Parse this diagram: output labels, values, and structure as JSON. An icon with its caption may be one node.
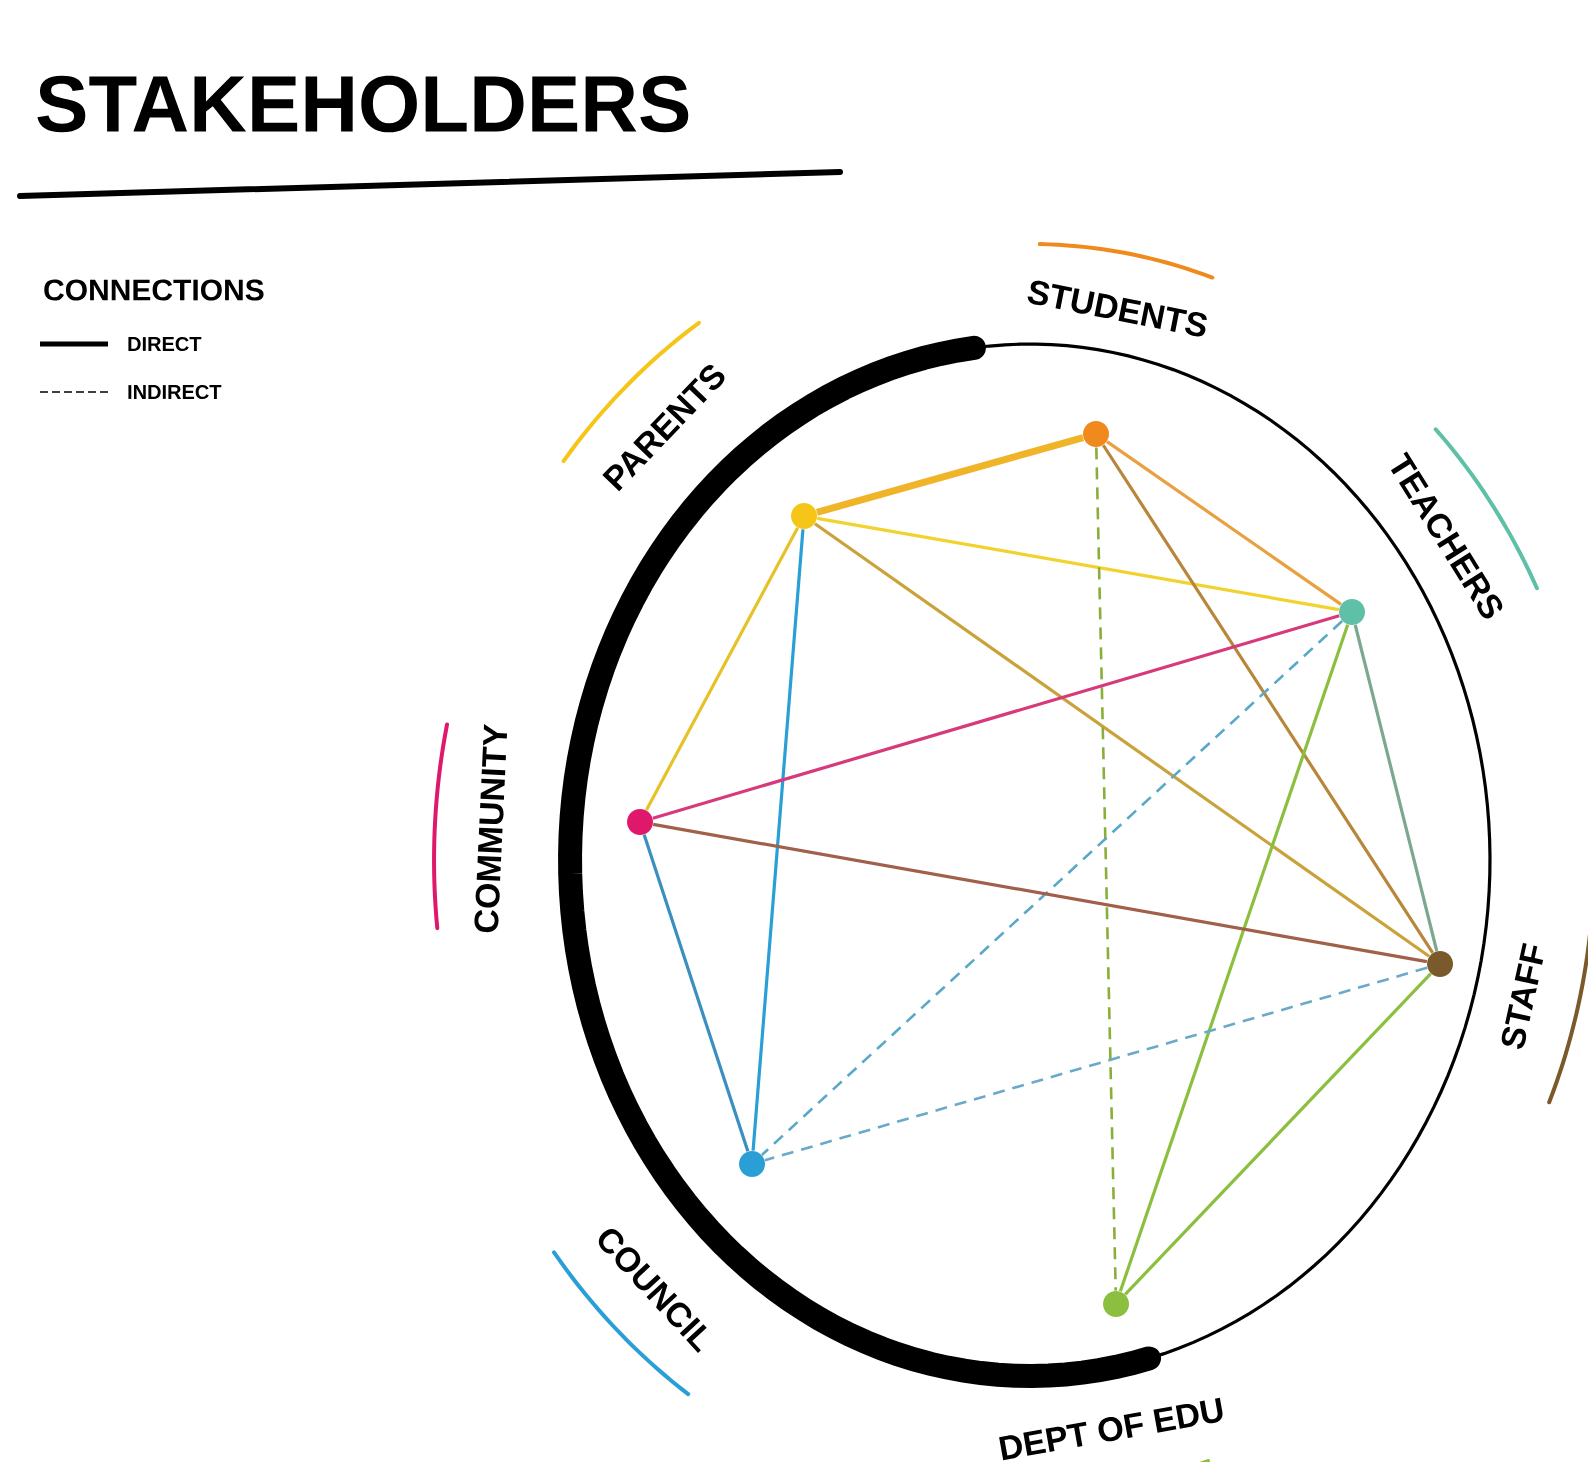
{
  "diagram": {
    "title": "STAKEHOLDERS",
    "nodes": [
      {
        "text": [],
        "shape": "circle",
        "beside": [
          "STUDENTS"
        ]
      },
      {
        "text": [],
        "shape": "circle",
        "beside": [
          "PARENTS"
        ]
      },
      {
        "text": [],
        "shape": "circle",
        "beside": [
          "TEACHERS"
        ]
      },
      {
        "text": [],
        "shape": "circle",
        "beside": [
          "COMMUNITY"
        ]
      },
      {
        "text": [],
        "shape": "circle",
        "beside": [
          "STAFF"
        ]
      },
      {
        "text": [],
        "shape": "circle",
        "beside": [
          "COUNCIL"
        ]
      },
      {
        "text": [],
        "shape": "circle",
        "beside": [
          "DEPT OF EDU"
        ]
      }
    ],
    "edges": [
      {
        "from": 1,
        "to": 0,
        "arrow": "none",
        "style": "thick",
        "color": "#f0b429"
      },
      {
        "from": 1,
        "to": 2,
        "arrow": "none",
        "color": "#f2d22e"
      },
      {
        "from": 1,
        "to": 4,
        "arrow": "none",
        "color": "#c9a23a"
      },
      {
        "from": 1,
        "to": 3,
        "arrow": "none",
        "color": "#e6c229"
      },
      {
        "from": 1,
        "to": 5,
        "arrow": "none",
        "color": "#2a9fd6"
      },
      {
        "from": 0,
        "to": 2,
        "arrow": "none",
        "color": "#e8a040"
      },
      {
        "from": 0,
        "to": 4,
        "arrow": "none",
        "color": "#b8863a"
      },
      {
        "from": 0,
        "to": 6,
        "arrow": "none",
        "style": "dashed",
        "color": "#8aae3a"
      },
      {
        "from": 2,
        "to": 3,
        "arrow": "none",
        "color": "#d63a7a"
      },
      {
        "from": 2,
        "to": 4,
        "arrow": "none",
        "color": "#7aa890"
      },
      {
        "from": 2,
        "to": 6,
        "arrow": "none",
        "color": "#8cbf3f"
      },
      {
        "from": 2,
        "to": 5,
        "arrow": "none",
        "style": "dashed",
        "color": "#5aa8c8"
      },
      {
        "from": 3,
        "to": 4,
        "arrow": "none",
        "color": "#a0604a"
      },
      {
        "from": 3,
        "to": 5,
        "arrow": "none",
        "color": "#3a8fc0"
      },
      {
        "from": 4,
        "to": 5,
        "arrow": "none",
        "style": "dashed",
        "color": "#6aaac8"
      },
      {
        "from": 4,
        "to": 6,
        "arrow": "none",
        "color": "#8cbf3f"
      }
    ],
    "labels": [
      "CONNECTIONS"
    ],
    "legend": [
      {
        "text": "DIRECT"
      },
      {
        "text": "INDIRECT"
      }
    ]
  }
}
